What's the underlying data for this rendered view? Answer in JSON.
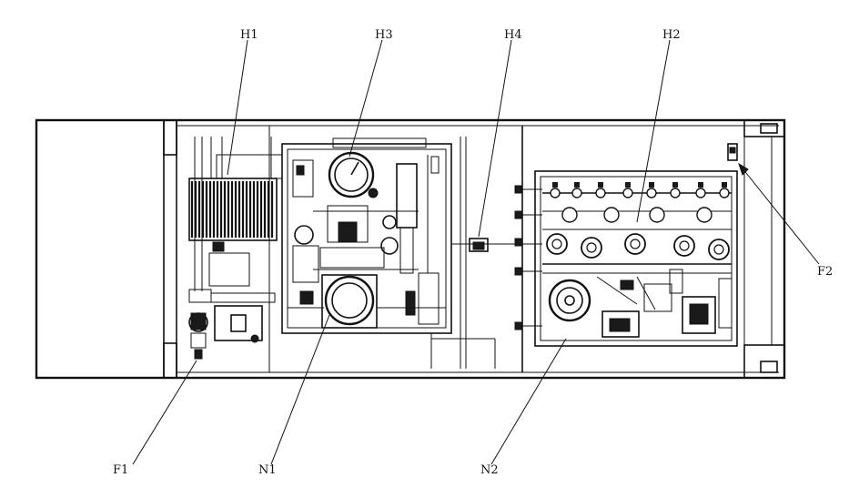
{
  "labels": {
    "h1": "H1",
    "h3": "H3",
    "h4": "H4",
    "h2": "H2",
    "f2": "F2",
    "f1": "F1",
    "n1": "N1",
    "n2": "N2"
  },
  "colors": {
    "line": "#111111",
    "background": "#ffffff"
  }
}
